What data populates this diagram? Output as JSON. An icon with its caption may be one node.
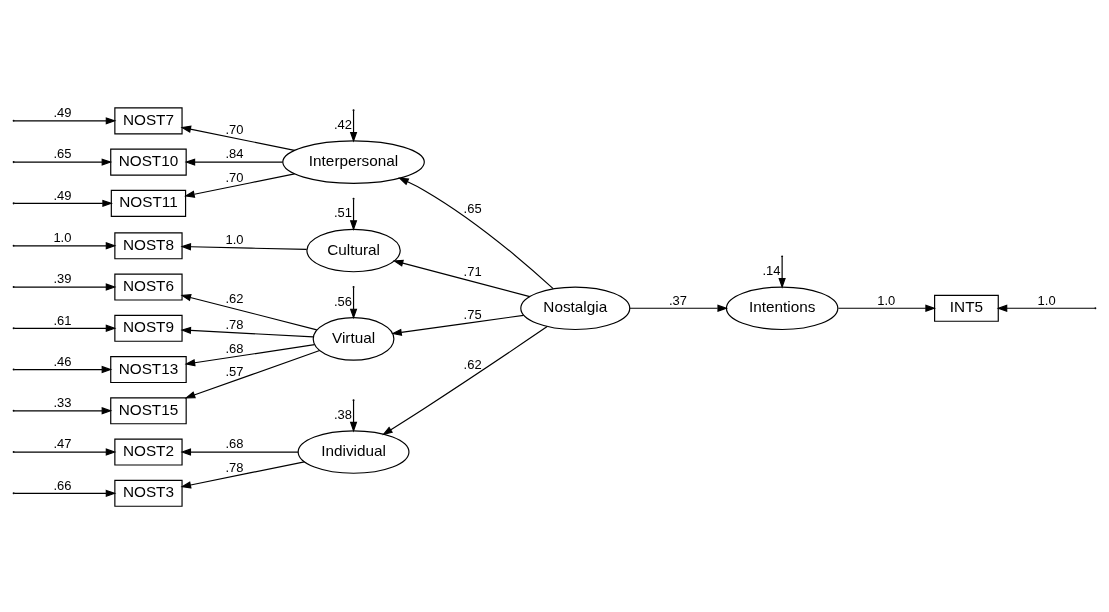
{
  "diagram": {
    "nodes": [
      {
        "text": [
          "Individual"
        ]
      },
      {
        "text": [
          "NOST2"
        ]
      },
      {
        "text": [
          "NOST3"
        ]
      },
      {
        "text": [
          "Interpersonal"
        ]
      },
      {
        "text": [
          "NOST7"
        ]
      },
      {
        "text": [
          "NOST10"
        ]
      },
      {
        "text": [
          "NOST11"
        ]
      },
      {
        "text": [
          "Cultural"
        ]
      },
      {
        "text": [
          "NOST8"
        ]
      },
      {
        "text": [
          "Virtual"
        ]
      },
      {
        "text": [
          "NOST6"
        ]
      },
      {
        "text": [
          "NOST9"
        ]
      },
      {
        "text": [
          "NOST13"
        ]
      },
      {
        "text": [
          "NOST15"
        ]
      },
      {
        "text": [
          "Nostalgia"
        ]
      },
      {
        "text": [
          "Intentions"
        ]
      },
      {
        "text": [
          "INT5"
        ]
      }
    ],
    "edges": [
      {
        "from": null,
        "to": 1,
        "arrow": "to",
        "label": ".47"
      },
      {
        "from": null,
        "to": 2,
        "arrow": "to",
        "label": ".66"
      },
      {
        "from": 0,
        "to": 1,
        "arrow": "to",
        "label": ".68"
      },
      {
        "from": 0,
        "to": 2,
        "arrow": "to",
        "label": ".78"
      },
      {
        "from": null,
        "to": 0,
        "arrow": "to",
        "label": ".38"
      },
      {
        "from": null,
        "to": 4,
        "arrow": "to",
        "label": ".49"
      },
      {
        "from": null,
        "to": 5,
        "arrow": "to",
        "label": ".65"
      },
      {
        "from": null,
        "to": 6,
        "arrow": "to",
        "label": ".49"
      },
      {
        "from": 3,
        "to": 4,
        "arrow": "to",
        "label": ".70"
      },
      {
        "from": 3,
        "to": 5,
        "arrow": "to",
        "label": ".84"
      },
      {
        "from": 3,
        "to": 6,
        "arrow": "to",
        "label": ".70"
      },
      {
        "from": null,
        "to": 3,
        "arrow": "to",
        "label": ".42"
      },
      {
        "from": null,
        "to": 8,
        "arrow": "to",
        "label": "1.0"
      },
      {
        "from": 7,
        "to": 8,
        "arrow": "to",
        "label": "1.0"
      },
      {
        "from": null,
        "to": 7,
        "arrow": "to",
        "label": ".51"
      },
      {
        "from": null,
        "to": 10,
        "arrow": "to",
        "label": ".39"
      },
      {
        "from": null,
        "to": 11,
        "arrow": "to",
        "label": ".61"
      },
      {
        "from": null,
        "to": 12,
        "arrow": "to",
        "label": ".46"
      },
      {
        "from": null,
        "to": 13,
        "arrow": "to",
        "label": ".33"
      },
      {
        "from": 9,
        "to": 10,
        "arrow": "to",
        "label": ".62"
      },
      {
        "from": 9,
        "to": 11,
        "arrow": "to",
        "label": ".78"
      },
      {
        "from": 9,
        "to": 12,
        "arrow": "to",
        "label": ".68"
      },
      {
        "from": 9,
        "to": 13,
        "arrow": "to",
        "label": ".57"
      },
      {
        "from": null,
        "to": 9,
        "arrow": "to",
        "label": ".56"
      },
      {
        "from": 14,
        "to": 0,
        "arrow": "to",
        "label": ".62"
      },
      {
        "from": 14,
        "to": 3,
        "arrow": "to",
        "label": ".65"
      },
      {
        "from": 14,
        "to": 7,
        "arrow": "to",
        "label": ".71"
      },
      {
        "from": 14,
        "to": 9,
        "arrow": "to",
        "label": ".75"
      },
      {
        "from": 14,
        "to": 15,
        "arrow": "to",
        "label": ".37"
      },
      {
        "from": null,
        "to": 15,
        "arrow": "to",
        "label": ".14"
      },
      {
        "from": 15,
        "to": 16,
        "arrow": "to",
        "label": "1.0"
      },
      {
        "from": null,
        "to": 16,
        "arrow": "to",
        "label": "1.0"
      }
    ]
  }
}
